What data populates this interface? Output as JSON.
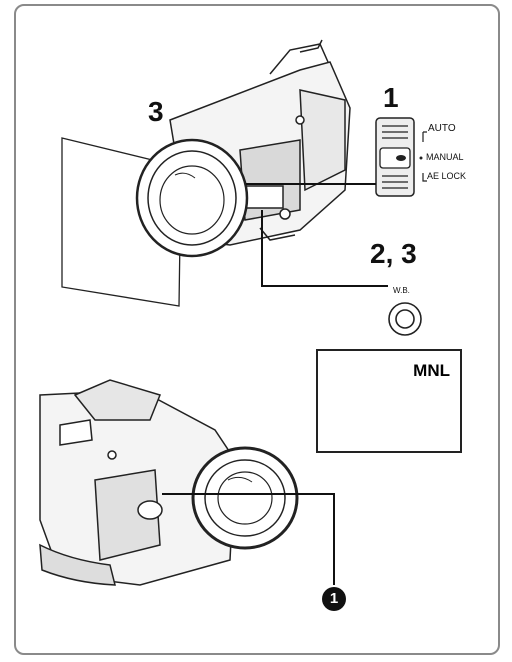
{
  "labels": {
    "step_top_left": "3",
    "step_top_right": "1",
    "step_wb": "2, 3",
    "callout_marker": "❶"
  },
  "switch": {
    "auto": "AUTO",
    "manual": "MANUAL",
    "ae_lock": "AE LOCK"
  },
  "wb_button": {
    "label": "W.B."
  },
  "lcd": {
    "mode": "MNL"
  },
  "icons": [
    "camcorder-top-icon",
    "white-card-icon",
    "mode-switch-icon",
    "wb-button-icon",
    "wb-indicator-icon",
    "camcorder-bottom-icon"
  ]
}
